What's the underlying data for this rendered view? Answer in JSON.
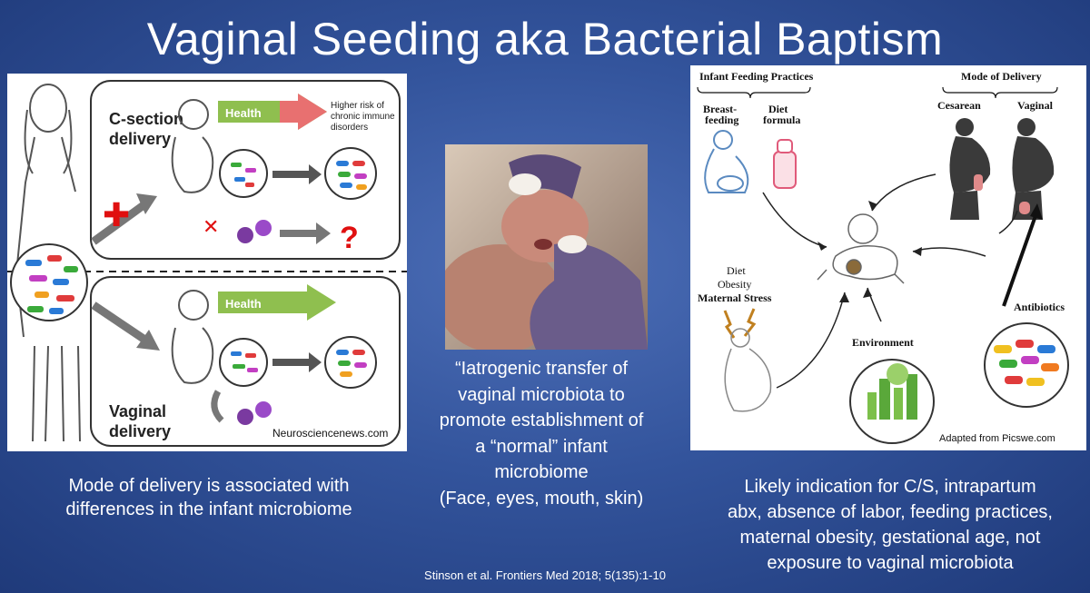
{
  "slide": {
    "title": "Vaginal Seeding aka Bacterial Baptism",
    "citation": "Stinson et al. Frontiers Med 2018; 5(135):1-10"
  },
  "left_figure": {
    "csection_label": [
      "C-section",
      "delivery"
    ],
    "vaginal_label": [
      "Vaginal",
      "delivery"
    ],
    "health_label": "Health",
    "risk_label": [
      "Higher risk of",
      "chronic immune",
      "disorders"
    ],
    "question_mark": "?",
    "source": "Neurosciencenews.com"
  },
  "middle": {
    "quote": [
      "“Iatrogenic transfer of",
      "vaginal microbiota to",
      "promote establishment of",
      "a “normal” infant",
      "microbiome",
      "(Face, eyes, mouth, skin)"
    ]
  },
  "right_figure": {
    "feeding_title": "Infant Feeding Practices",
    "breastfeeding": [
      "Breast-",
      "feeding"
    ],
    "formula": [
      "Diet",
      "formula"
    ],
    "delivery_title": "Mode of Delivery",
    "cesarean": "Cesarean",
    "vaginal": "Vaginal",
    "diet": "Diet",
    "obesity": "Obesity",
    "maternal_stress": "Maternal Stress",
    "environment": "Environment",
    "antibiotics": "Antibiotics",
    "source": "Adapted from Picswe.com"
  },
  "captions": {
    "left": [
      "Mode of delivery is associated with",
      "differences in the infant microbiome"
    ],
    "right": [
      "Likely indication for C/S, intrapartum",
      "abx, absence of labor, feeding practices,",
      "maternal obesity, gestational age, not",
      "exposure to vaginal microbiota"
    ]
  }
}
